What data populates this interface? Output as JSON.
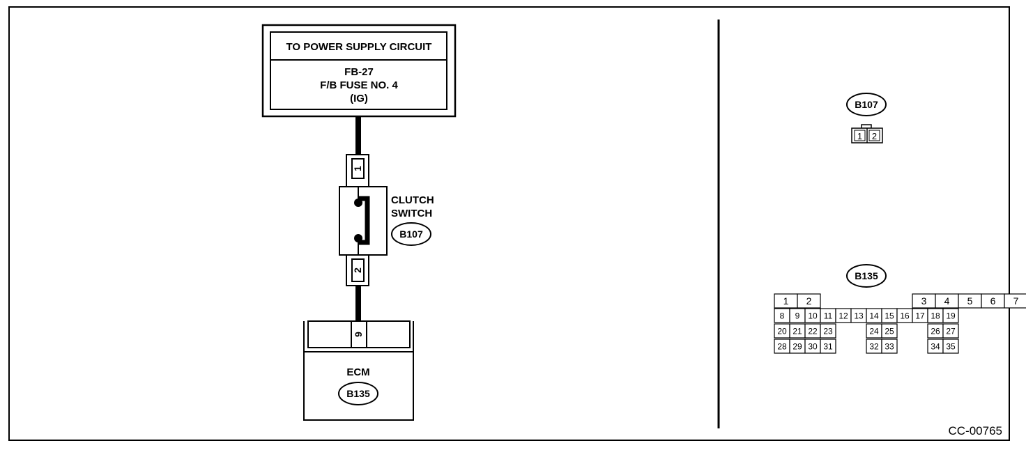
{
  "power_box": {
    "title": "TO POWER SUPPLY CIRCUIT",
    "fuse_code": "FB-27",
    "fuse_name": "F/B FUSE NO. 4",
    "fuse_mode": "(IG)"
  },
  "clutch_switch": {
    "label_line1": "CLUTCH",
    "label_line2": "SWITCH",
    "connector": "B107",
    "pin_top": "1",
    "pin_bottom": "2"
  },
  "ecm": {
    "label": "ECM",
    "connector": "B135",
    "pin": "9"
  },
  "legend_b107": {
    "connector": "B107",
    "pins": [
      "1",
      "2"
    ]
  },
  "legend_b135": {
    "connector": "B135",
    "row1_left": [
      "1",
      "2"
    ],
    "row1_right": [
      "3",
      "4",
      "5",
      "6",
      "7"
    ],
    "row2": [
      "8",
      "9",
      "10",
      "11",
      "12",
      "13",
      "14",
      "15",
      "16",
      "17",
      "18",
      "19"
    ],
    "row3_a": [
      "20",
      "21",
      "22",
      "23"
    ],
    "row3_b": [
      "24",
      "25"
    ],
    "row3_c": [
      "26",
      "27"
    ],
    "row4_a": [
      "28",
      "29",
      "30",
      "31"
    ],
    "row4_b": [
      "32",
      "33"
    ],
    "row4_c": [
      "34",
      "35"
    ]
  },
  "figure_code": "CC-00765"
}
